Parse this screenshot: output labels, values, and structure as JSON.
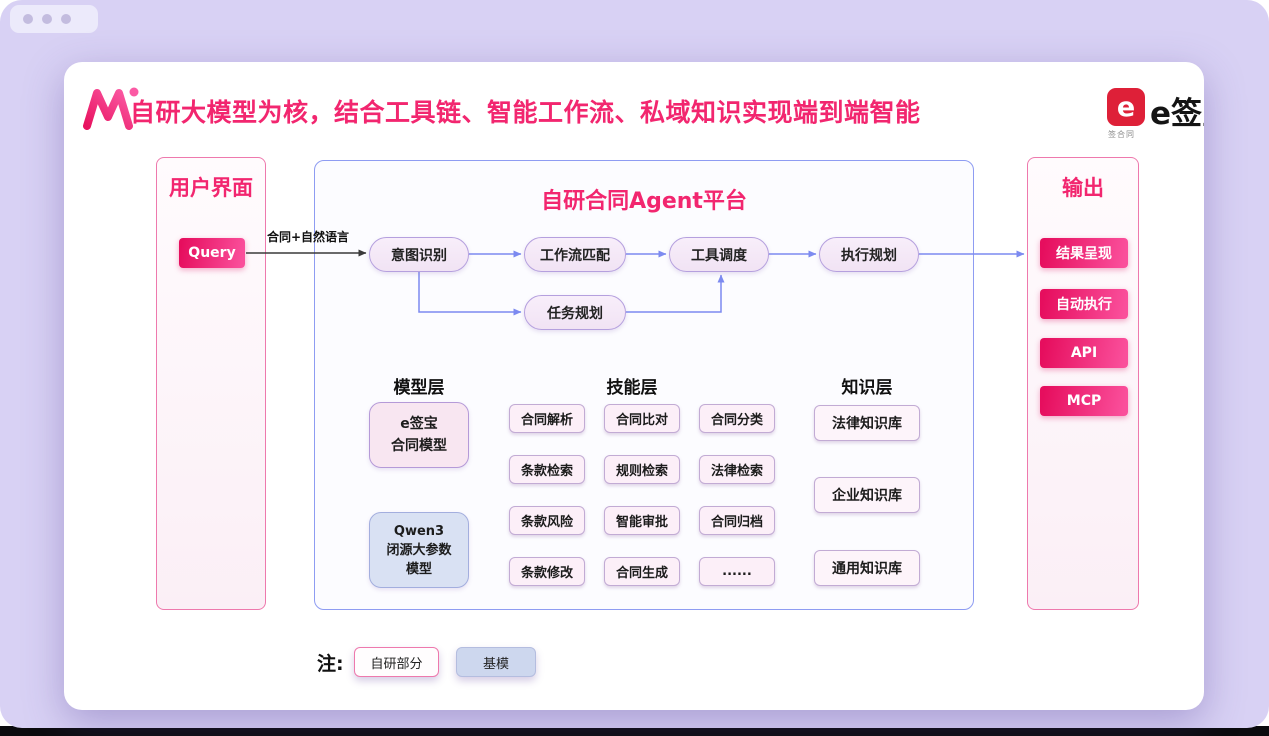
{
  "window": {
    "controls": [
      "dot",
      "dot",
      "dot"
    ]
  },
  "slide": {
    "title": "自研大模型为核，结合工具链、智能工作流、私域知识实现端到端智能",
    "brand": {
      "logo_letter": "e",
      "name": "e签宝",
      "tagline": "签合同"
    },
    "user_panel": {
      "title": "用户界面",
      "query_button": "Query",
      "arrow_label": "合同+自然语言"
    },
    "platform": {
      "title": "自研合同Agent平台",
      "flow_nodes": [
        "意图识别",
        "工作流匹配",
        "工具调度",
        "执行规划"
      ],
      "task_node": "任务规划",
      "model_layer": {
        "title": "模型层",
        "esign_model": {
          "lines": [
            "e签宝",
            "合同模型"
          ]
        },
        "qwen_model": {
          "lines": [
            "Qwen3",
            "闭源大参数",
            "模型"
          ]
        }
      },
      "skill_layer": {
        "title": "技能层",
        "items": [
          "合同解析",
          "合同比对",
          "合同分类",
          "条款检索",
          "规则检索",
          "法律检索",
          "条款风险",
          "智能审批",
          "合同归档",
          "条款修改",
          "合同生成",
          "......"
        ]
      },
      "knowledge_layer": {
        "title": "知识层",
        "items": [
          "法律知识库",
          "企业知识库",
          "通用知识库"
        ]
      }
    },
    "output_panel": {
      "title": "输出",
      "items": [
        "结果呈现",
        "自动执行",
        "API",
        "MCP"
      ]
    },
    "legend": {
      "note": "注:",
      "self_label": "自研部分",
      "base_label": "基模"
    }
  },
  "colors": {
    "accent_pink": "#f2266f",
    "magenta_start": "#e60e5e",
    "magenta_end": "#fa4f9b",
    "panel_border": "#ee79ad",
    "platform_border": "#8e9cf2",
    "arrow_purple": "#7c8af0",
    "brand_red": "#de2038",
    "base_model_fill": "#d9e1f3",
    "desktop_bg": "#d8d1f4"
  }
}
